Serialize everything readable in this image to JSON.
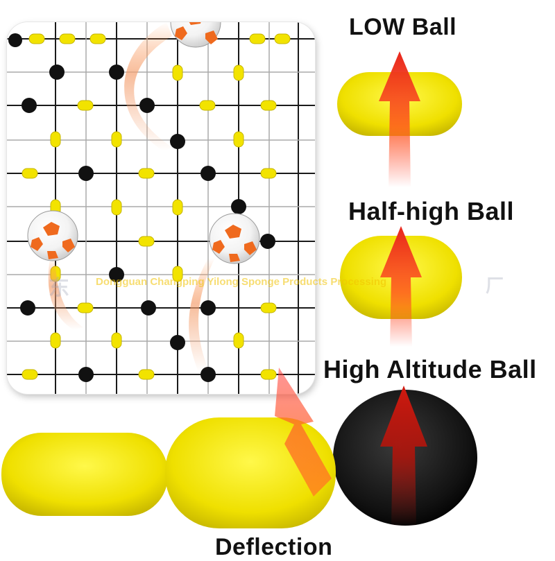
{
  "labels": {
    "low": "LOW Ball",
    "half": "Half-high Ball",
    "high": "High Altitude Ball",
    "deflection": "Deflection"
  },
  "watermark": {
    "text": "Dongguan Changping Yilong Sponge Products Processing",
    "left_glyph": "东",
    "right_glyph": "厂"
  },
  "colors": {
    "sponge_yellow": "#f2e300",
    "sponge_black": "#111111",
    "arrow_red": "#e8261c",
    "arrow_orange": "#ff8a1c",
    "net_line": "#1a1a1a"
  },
  "icons": [
    "soccer-ball-icon",
    "up-arrow-icon",
    "deflection-arrow-icon"
  ]
}
